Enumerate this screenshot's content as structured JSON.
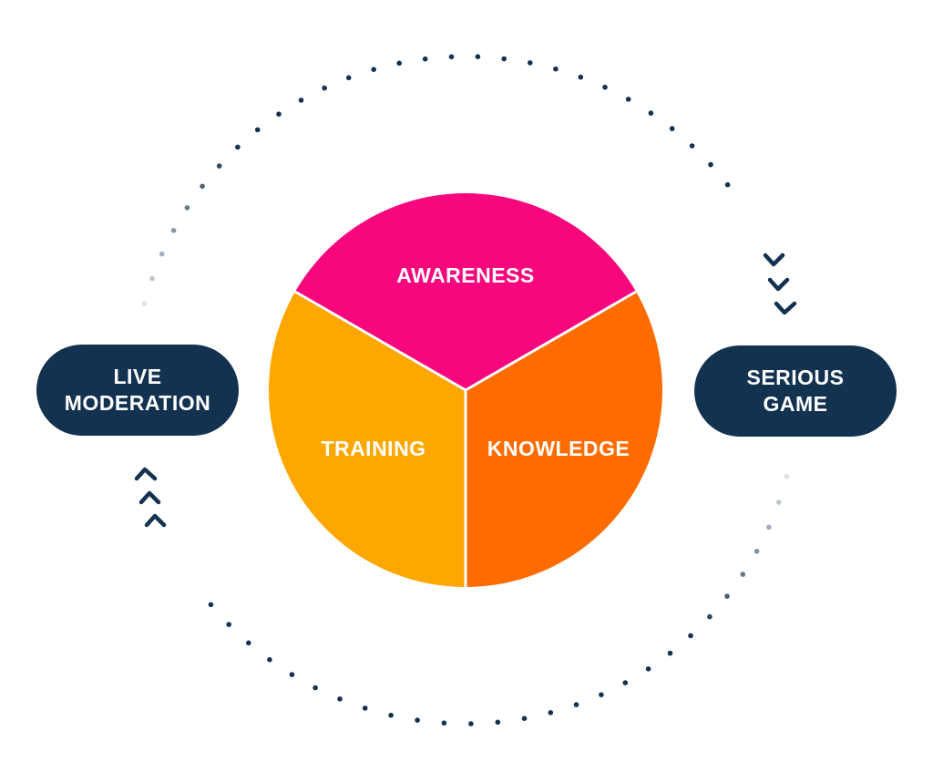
{
  "colors": {
    "awareness": "#F7067D",
    "training": "#FDA700",
    "knowledge": "#FE6C00",
    "navy": "#13324F",
    "white": "#FFFFFF"
  },
  "wheel": {
    "segments": [
      {
        "id": "awareness",
        "label": "AWARENESS"
      },
      {
        "id": "training",
        "label": "TRAINING"
      },
      {
        "id": "knowledge",
        "label": "KNOWLEDGE"
      }
    ]
  },
  "left_node": {
    "line1": "LIVE",
    "line2": "MODERATION"
  },
  "right_node": {
    "line1": "SERIOUS",
    "line2": "GAME"
  },
  "icons": {
    "top_arrow": "chevron-down-icon",
    "bottom_arrow": "chevron-up-icon"
  }
}
